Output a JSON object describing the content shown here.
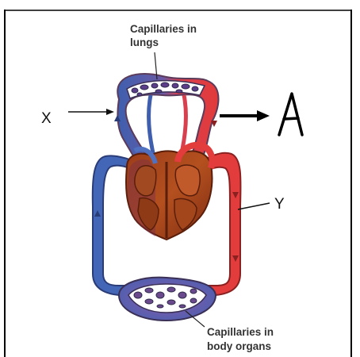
{
  "labels": {
    "lungs_line1": "Capillaries in",
    "lungs_line2": "lungs",
    "body_line1": "Capillaries in",
    "body_line2": "body organs",
    "x": "X",
    "y": "Y",
    "a": "A"
  }
}
